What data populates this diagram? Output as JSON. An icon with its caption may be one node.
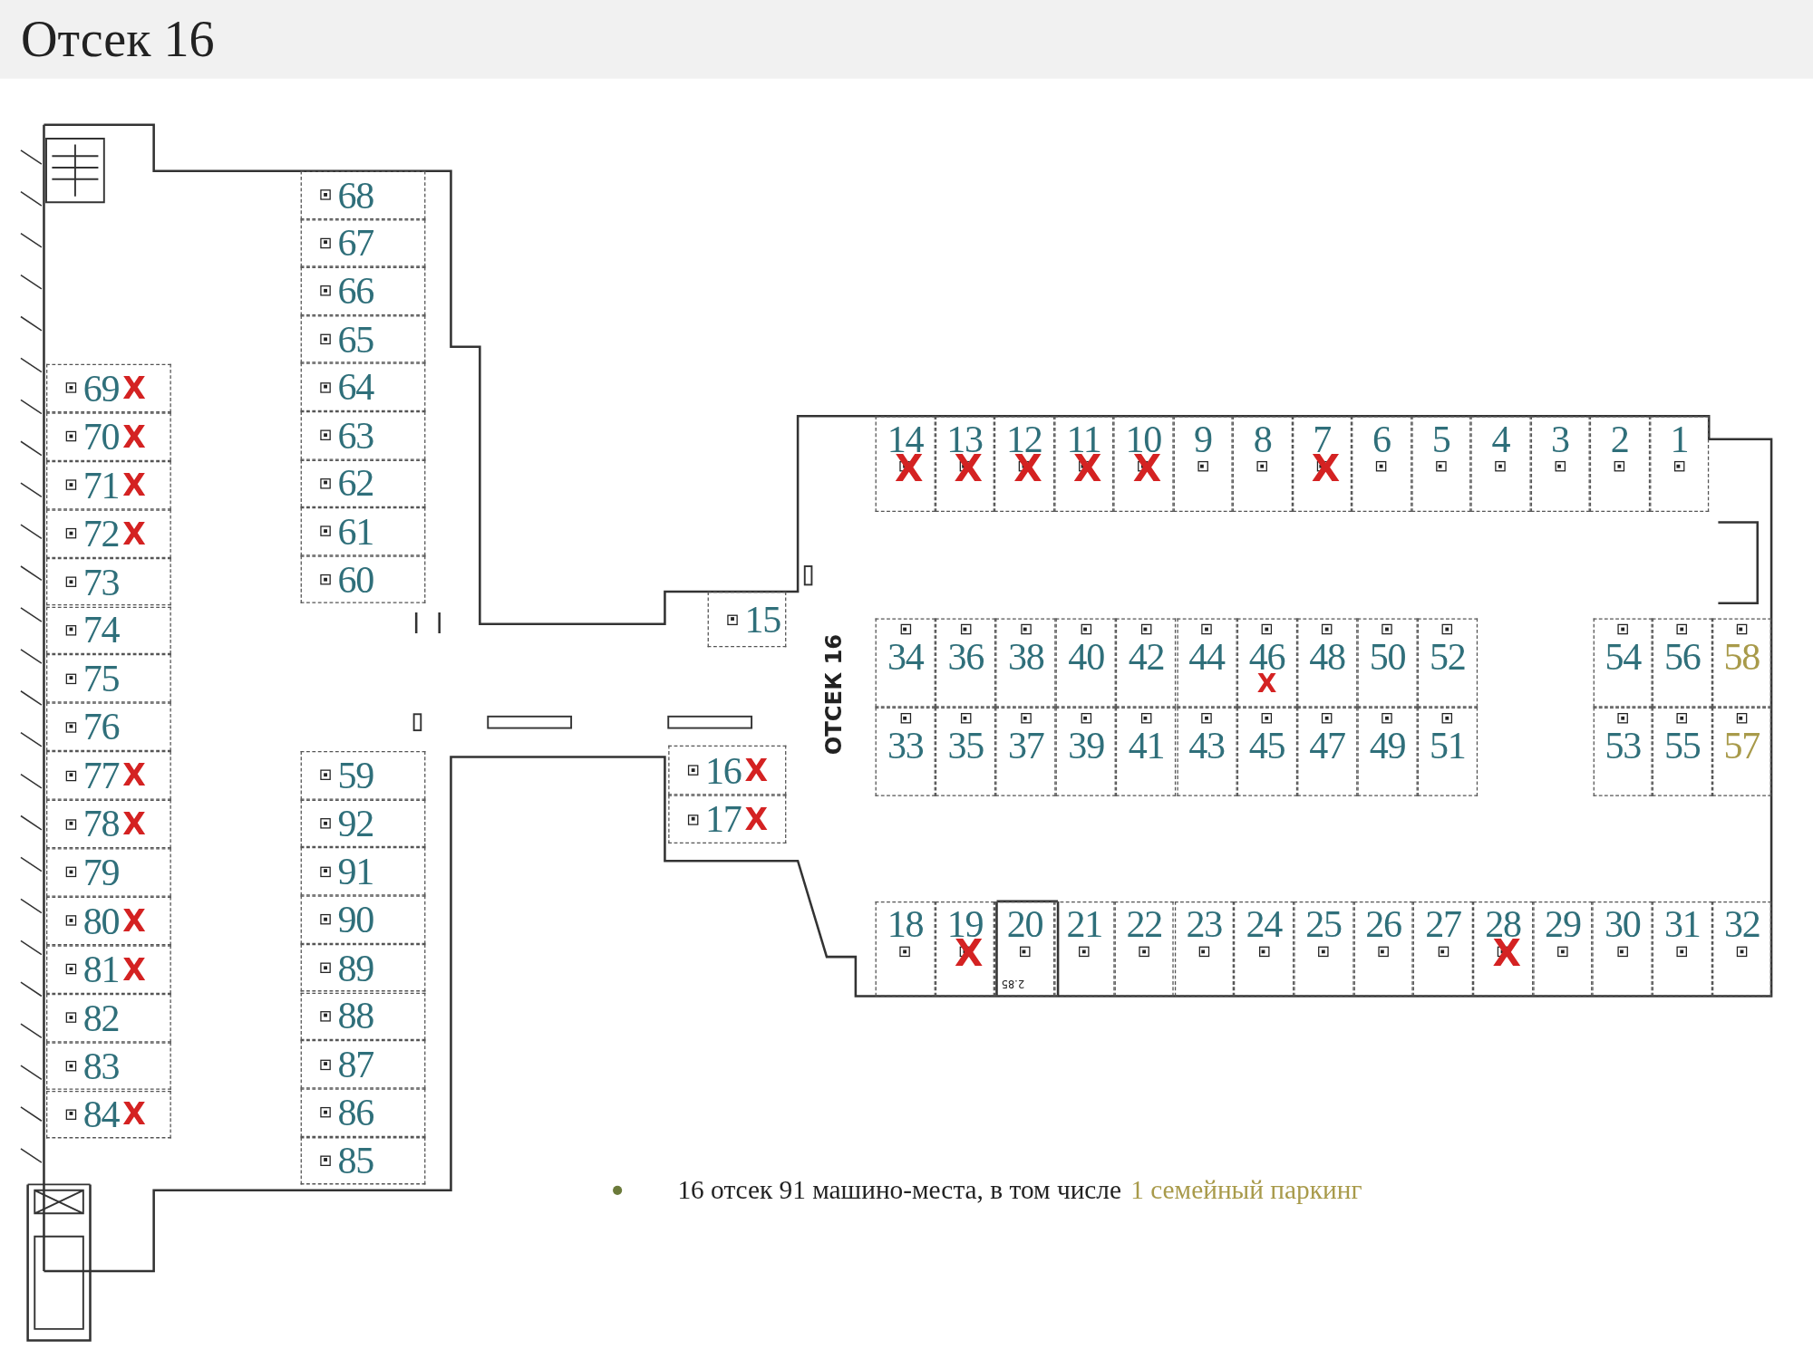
{
  "diagram": {
    "title": "Отсек 16",
    "nodes": [
      {
        "text": [
          "1"
        ]
      },
      {
        "text": [
          "2"
        ]
      },
      {
        "text": [
          "3"
        ]
      },
      {
        "text": [
          "4"
        ]
      },
      {
        "text": [
          "5"
        ]
      },
      {
        "text": [
          "6"
        ]
      },
      {
        "text": [
          "7",
          "X"
        ]
      },
      {
        "text": [
          "8"
        ]
      },
      {
        "text": [
          "9"
        ]
      },
      {
        "text": [
          "10",
          "X"
        ]
      },
      {
        "text": [
          "11",
          "X"
        ]
      },
      {
        "text": [
          "12",
          "X"
        ]
      },
      {
        "text": [
          "13",
          "X"
        ]
      },
      {
        "text": [
          "14",
          "X"
        ]
      },
      {
        "text": [
          "15"
        ]
      },
      {
        "text": [
          "16",
          "X"
        ]
      },
      {
        "text": [
          "17",
          "X"
        ]
      },
      {
        "text": [
          "18"
        ]
      },
      {
        "text": [
          "19",
          "X"
        ]
      },
      {
        "text": [
          "20"
        ]
      },
      {
        "text": [
          "21"
        ]
      },
      {
        "text": [
          "22"
        ]
      },
      {
        "text": [
          "23"
        ]
      },
      {
        "text": [
          "24"
        ]
      },
      {
        "text": [
          "25"
        ]
      },
      {
        "text": [
          "26"
        ]
      },
      {
        "text": [
          "27"
        ]
      },
      {
        "text": [
          "28",
          "X"
        ]
      },
      {
        "text": [
          "29"
        ]
      },
      {
        "text": [
          "30"
        ]
      },
      {
        "text": [
          "31"
        ]
      },
      {
        "text": [
          "32"
        ]
      },
      {
        "text": [
          "33"
        ]
      },
      {
        "text": [
          "34"
        ]
      },
      {
        "text": [
          "35"
        ]
      },
      {
        "text": [
          "36"
        ]
      },
      {
        "text": [
          "37"
        ]
      },
      {
        "text": [
          "38"
        ]
      },
      {
        "text": [
          "39"
        ]
      },
      {
        "text": [
          "40"
        ]
      },
      {
        "text": [
          "41"
        ]
      },
      {
        "text": [
          "42"
        ]
      },
      {
        "text": [
          "43"
        ]
      },
      {
        "text": [
          "44"
        ]
      },
      {
        "text": [
          "45"
        ]
      },
      {
        "text": [
          "46",
          "X"
        ]
      },
      {
        "text": [
          "47"
        ]
      },
      {
        "text": [
          "48"
        ]
      },
      {
        "text": [
          "49"
        ]
      },
      {
        "text": [
          "50"
        ]
      },
      {
        "text": [
          "51"
        ]
      },
      {
        "text": [
          "52"
        ]
      },
      {
        "text": [
          "53"
        ]
      },
      {
        "text": [
          "54"
        ]
      },
      {
        "text": [
          "55"
        ]
      },
      {
        "text": [
          "56"
        ]
      },
      {
        "text": [
          "57"
        ]
      },
      {
        "text": [
          "58"
        ]
      },
      {
        "text": [
          "59"
        ]
      },
      {
        "text": [
          "60"
        ]
      },
      {
        "text": [
          "61"
        ]
      },
      {
        "text": [
          "62"
        ]
      },
      {
        "text": [
          "63"
        ]
      },
      {
        "text": [
          "64"
        ]
      },
      {
        "text": [
          "65"
        ]
      },
      {
        "text": [
          "66"
        ]
      },
      {
        "text": [
          "67"
        ]
      },
      {
        "text": [
          "68"
        ]
      },
      {
        "text": [
          "69",
          "X"
        ]
      },
      {
        "text": [
          "70",
          "X"
        ]
      },
      {
        "text": [
          "71",
          "X"
        ]
      },
      {
        "text": [
          "72",
          "X"
        ]
      },
      {
        "text": [
          "73"
        ]
      },
      {
        "text": [
          "74"
        ]
      },
      {
        "text": [
          "75"
        ]
      },
      {
        "text": [
          "76"
        ]
      },
      {
        "text": [
          "77",
          "X"
        ]
      },
      {
        "text": [
          "78",
          "X"
        ]
      },
      {
        "text": [
          "79"
        ]
      },
      {
        "text": [
          "80",
          "X"
        ]
      },
      {
        "text": [
          "81",
          "X"
        ]
      },
      {
        "text": [
          "82"
        ]
      },
      {
        "text": [
          "83"
        ]
      },
      {
        "text": [
          "84",
          "X"
        ]
      },
      {
        "text": [
          "85"
        ]
      },
      {
        "text": [
          "86"
        ]
      },
      {
        "text": [
          "87"
        ]
      },
      {
        "text": [
          "88"
        ]
      },
      {
        "text": [
          "89"
        ]
      },
      {
        "text": [
          "90"
        ]
      },
      {
        "text": [
          "91"
        ]
      },
      {
        "text": [
          "92"
        ]
      }
    ],
    "labels": [
      "ОТСЕК 16",
      "2.85",
      "16 отсек 91 машино-места, в том числе",
      "1 семейный паркинг"
    ]
  }
}
